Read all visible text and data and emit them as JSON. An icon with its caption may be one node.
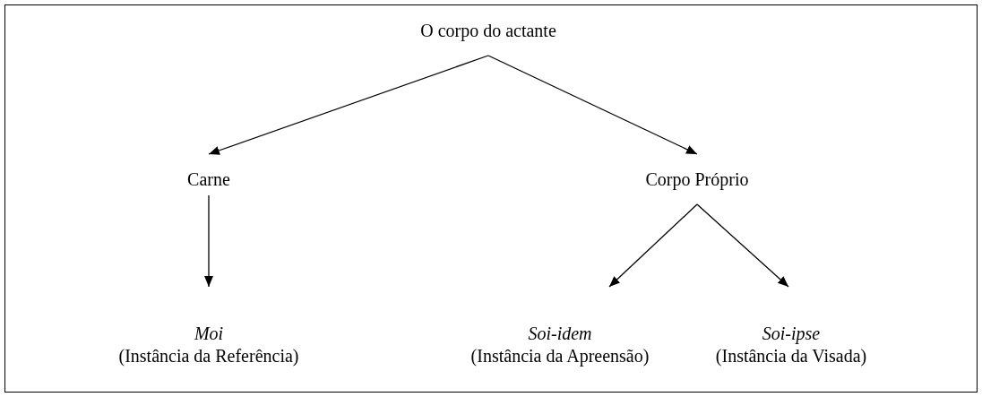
{
  "diagram": {
    "nodes": [
      {
        "text": [
          "O corpo do actante"
        ]
      },
      {
        "text": [
          "Carne"
        ]
      },
      {
        "text": [
          "Corpo Próprio"
        ]
      },
      {
        "text": [
          "Moi",
          "(Instância da Referência)"
        ]
      },
      {
        "text": [
          "Soi-idem",
          "(Instância da Apreensão)"
        ]
      },
      {
        "text": [
          "Soi-ipse",
          "(Instância da Visada)"
        ]
      }
    ],
    "edges": [
      {
        "from": 0,
        "to": 1,
        "arrow": "to"
      },
      {
        "from": 0,
        "to": 2,
        "arrow": "to"
      },
      {
        "from": 1,
        "to": 3,
        "arrow": "to"
      },
      {
        "from": 2,
        "to": 4,
        "arrow": "to"
      },
      {
        "from": 2,
        "to": 5,
        "arrow": "to"
      }
    ]
  }
}
